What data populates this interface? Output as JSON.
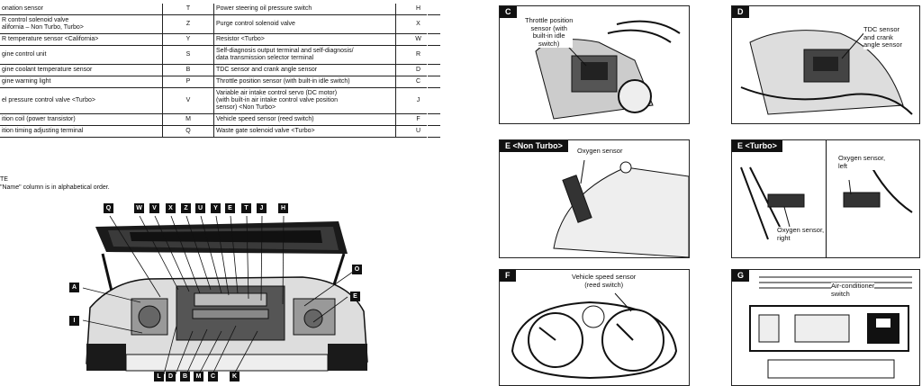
{
  "table": {
    "rows": [
      {
        "name": "onation sensor",
        "code": "T",
        "name2": "Power steering oil pressure switch",
        "code2": "H"
      },
      {
        "name": "R control solenoid valve\nalifornia – Non Turbo, Turbo>",
        "code": "Z",
        "name2": "Purge control solenoid valve",
        "code2": "X"
      },
      {
        "name": "R temperature sensor <California>",
        "code": "Y",
        "name2": "Resistor <Turbo>",
        "code2": "W"
      },
      {
        "name": "gine control unit",
        "code": "S",
        "name2": "Self-diagnosis output terminal and self-diagnosis/\ndata transmission selector terminal",
        "code2": "R"
      },
      {
        "name": "gine coolant temperature sensor",
        "code": "B",
        "name2": "TDC sensor and crank angle sensor",
        "code2": "D"
      },
      {
        "name": "gine warning light",
        "code": "P",
        "name2": "Throttle position sensor (with built-in idle switch)",
        "code2": "C"
      },
      {
        "name": "el pressure control valve <Turbo>",
        "code": "V",
        "name2": "Variable air intake control servo (DC motor)\n(with built-in air intake control valve position\nsensor) <Non Turbo>",
        "code2": "J"
      },
      {
        "name": "ition coil (power transistor)",
        "code": "M",
        "name2": "Vehicle speed sensor (reed switch)",
        "code2": "F"
      },
      {
        "name": "ition timing adjusting terminal",
        "code": "Q",
        "name2": "Waste gate solenoid valve <Turbo>",
        "code2": "U"
      }
    ]
  },
  "note": {
    "title": "TE",
    "text": "\"Name\" column is in alphabetical order."
  },
  "engine_labels": {
    "top": [
      "Q",
      "W",
      "V",
      "X",
      "Z",
      "U",
      "Y",
      "E",
      "T",
      "J",
      "H"
    ],
    "bottom": [
      "L",
      "D",
      "B",
      "M",
      "C",
      "K"
    ],
    "left": [
      "A",
      "I"
    ],
    "right": [
      "O",
      "E"
    ]
  },
  "panels": {
    "c": {
      "tag": "C",
      "callout": "Throttle position\nsensor (with\nbuilt-in idle\nswitch)"
    },
    "d": {
      "tag": "D",
      "callout": "TDC sensor\nand crank\nangle sensor"
    },
    "e1": {
      "tag": "E",
      "sub": "<Non Turbo>",
      "callout": "Oxygen sensor"
    },
    "e2": {
      "tag": "E",
      "sub": "<Turbo>",
      "callout_left": "Oxygen sensor,\nleft",
      "callout_right": "Oxygen sensor,\nright"
    },
    "f": {
      "tag": "F",
      "callout": "Vehicle speed sensor\n(reed switch)"
    },
    "g": {
      "tag": "G",
      "callout": "Air-conditioner\nswitch"
    }
  },
  "colors": {
    "ink": "#111111",
    "paper": "#ffffff"
  }
}
